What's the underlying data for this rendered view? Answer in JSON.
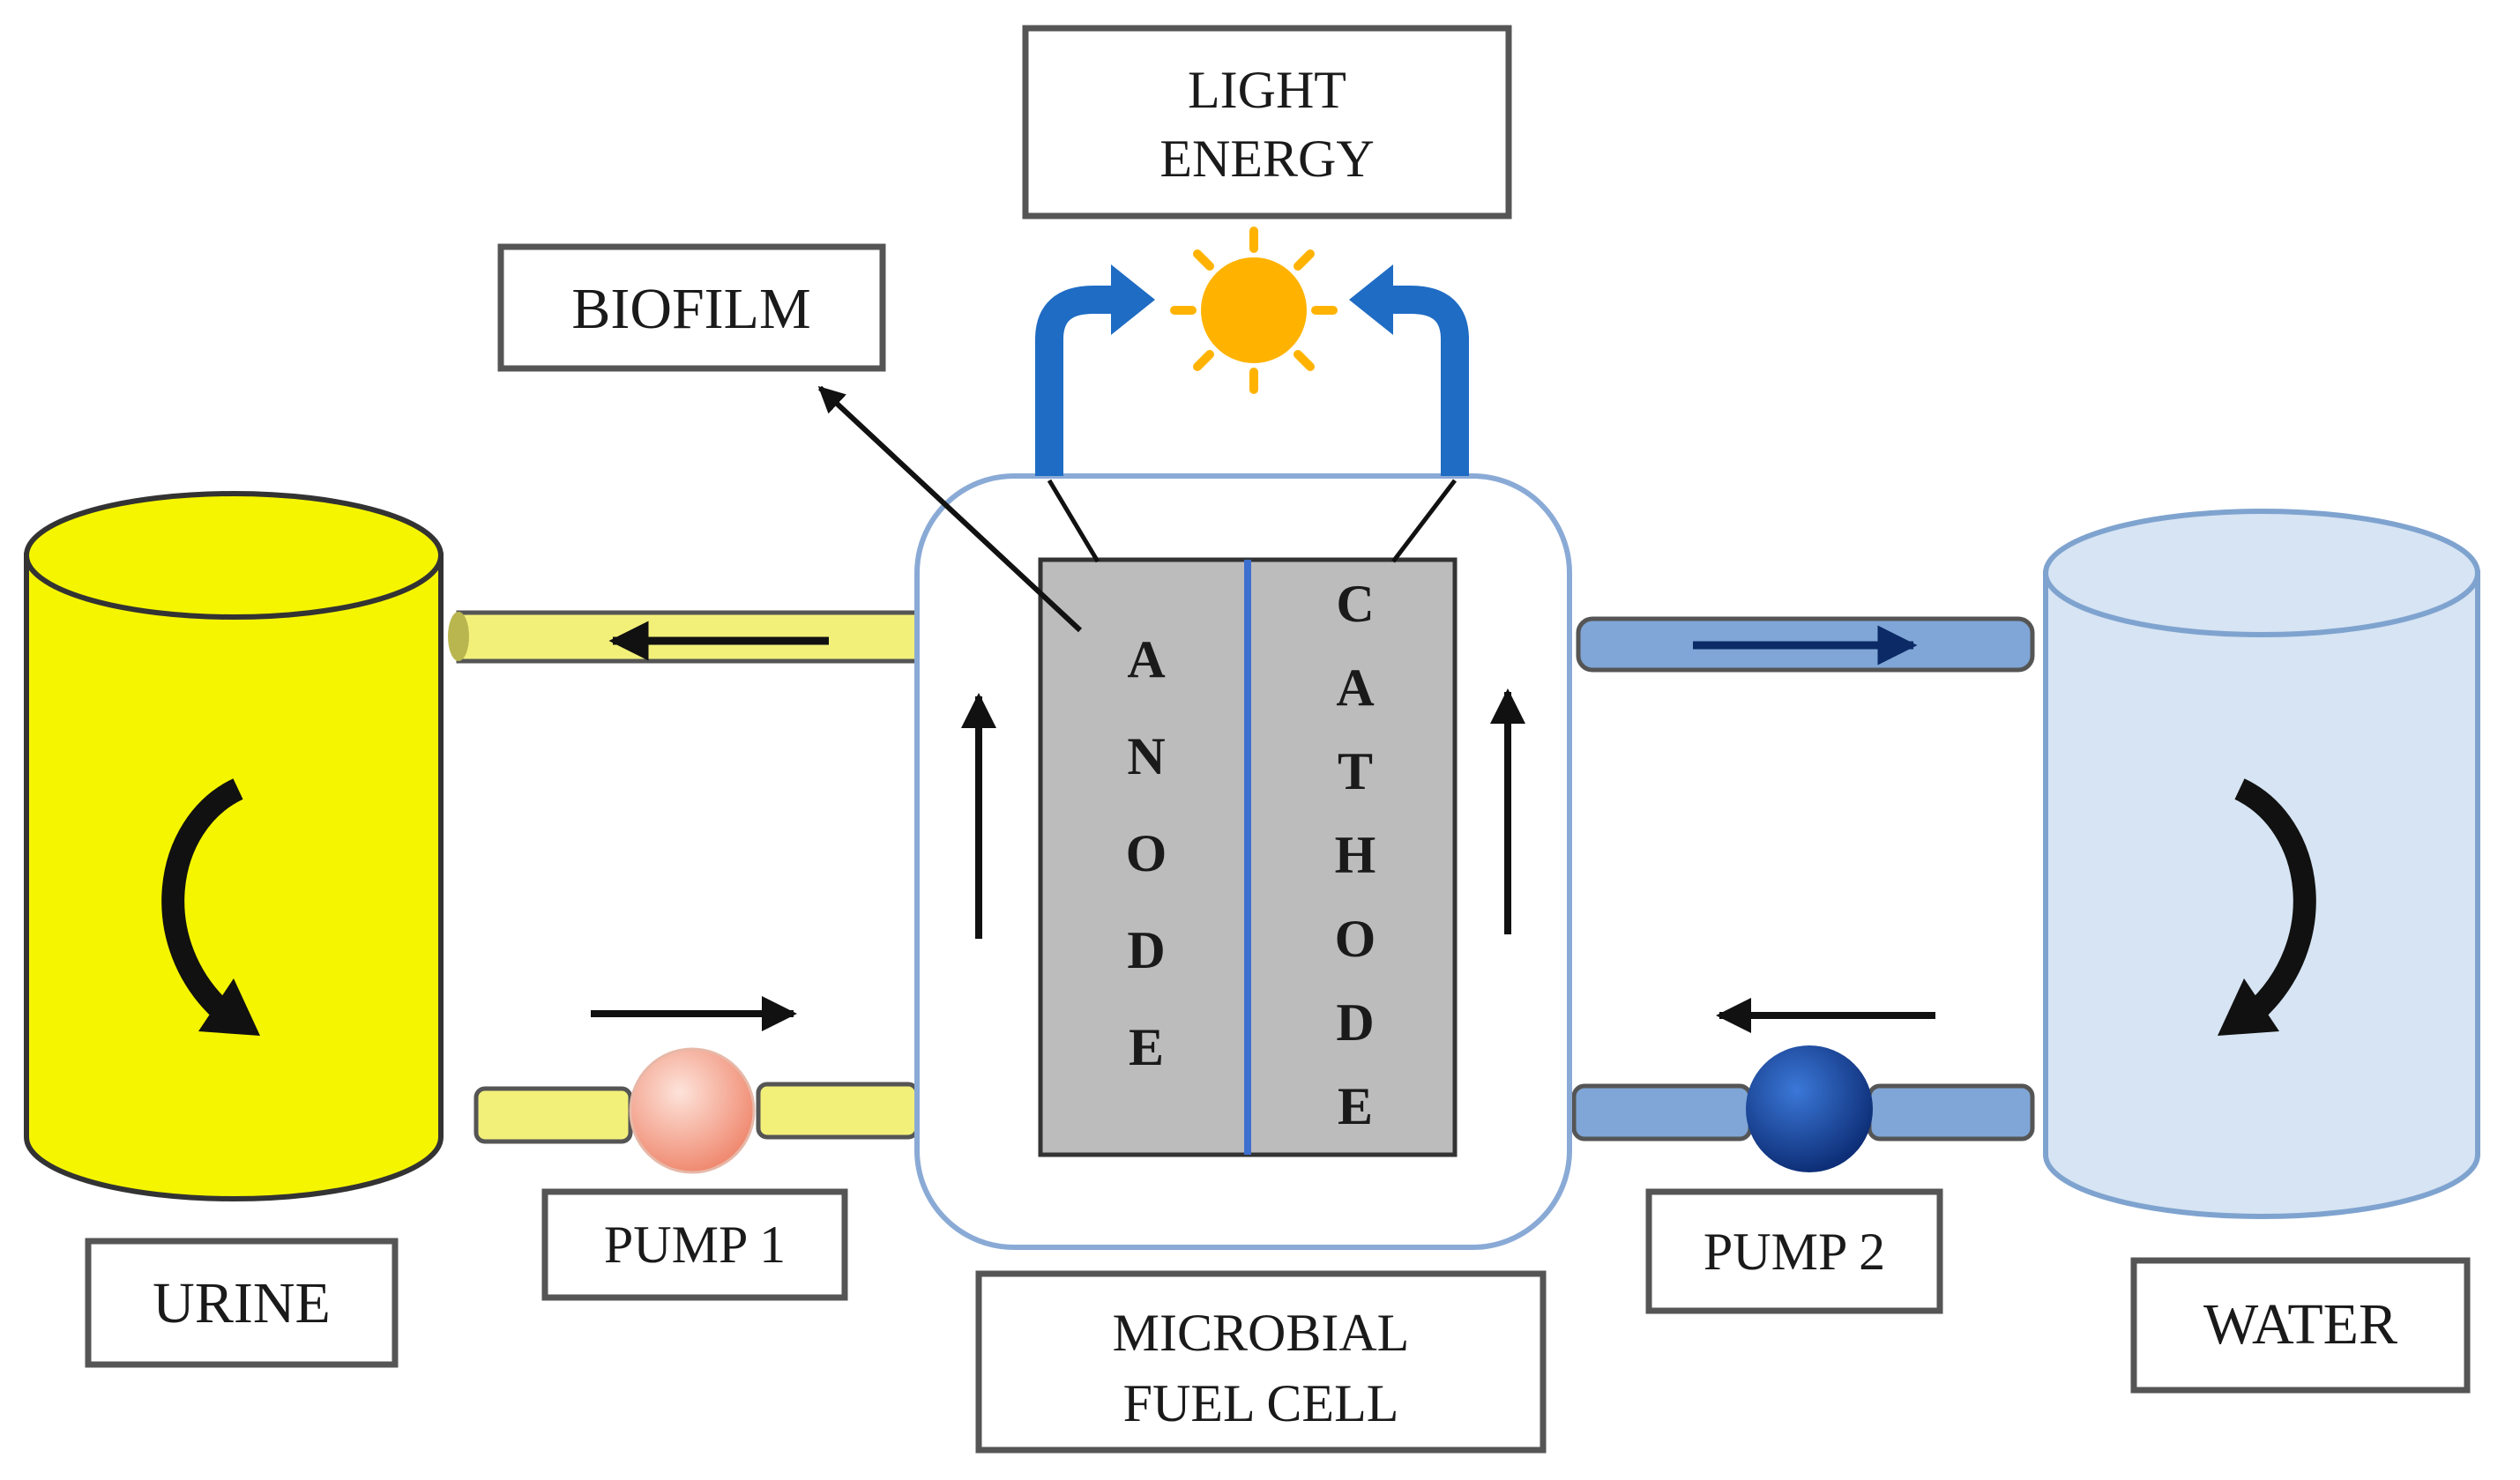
{
  "labels": {
    "light_energy_line1": "LIGHT",
    "light_energy_line2": "ENERGY",
    "biofilm": "BIOFILM",
    "anode_letters": [
      "A",
      "N",
      "O",
      "D",
      "E"
    ],
    "cathode_letters": [
      "C",
      "A",
      "T",
      "H",
      "O",
      "D",
      "E"
    ],
    "urine": "URINE",
    "water": "WATER",
    "pump1": "PUMP 1",
    "pump2": "PUMP 2",
    "mfc_line1": "MICROBIAL",
    "mfc_line2": "FUEL CELL"
  },
  "colors": {
    "urine_tank": "#f5f500",
    "urine_pipe": "#f3f07a",
    "water_tank": "#d6e4f3",
    "water_pipe": "#7fa6d6",
    "blue_arrow": "#1f6cc4",
    "sun": "#ffb300",
    "pump1": "#f4a08a",
    "pump2": "#1d4fa8",
    "electrode": "#bcbcbc",
    "mfc_outline": "#8aaad6"
  },
  "icons": [
    "sun-icon",
    "rotation-arrow-icon",
    "flow-arrow-icon",
    "pump-icon"
  ]
}
